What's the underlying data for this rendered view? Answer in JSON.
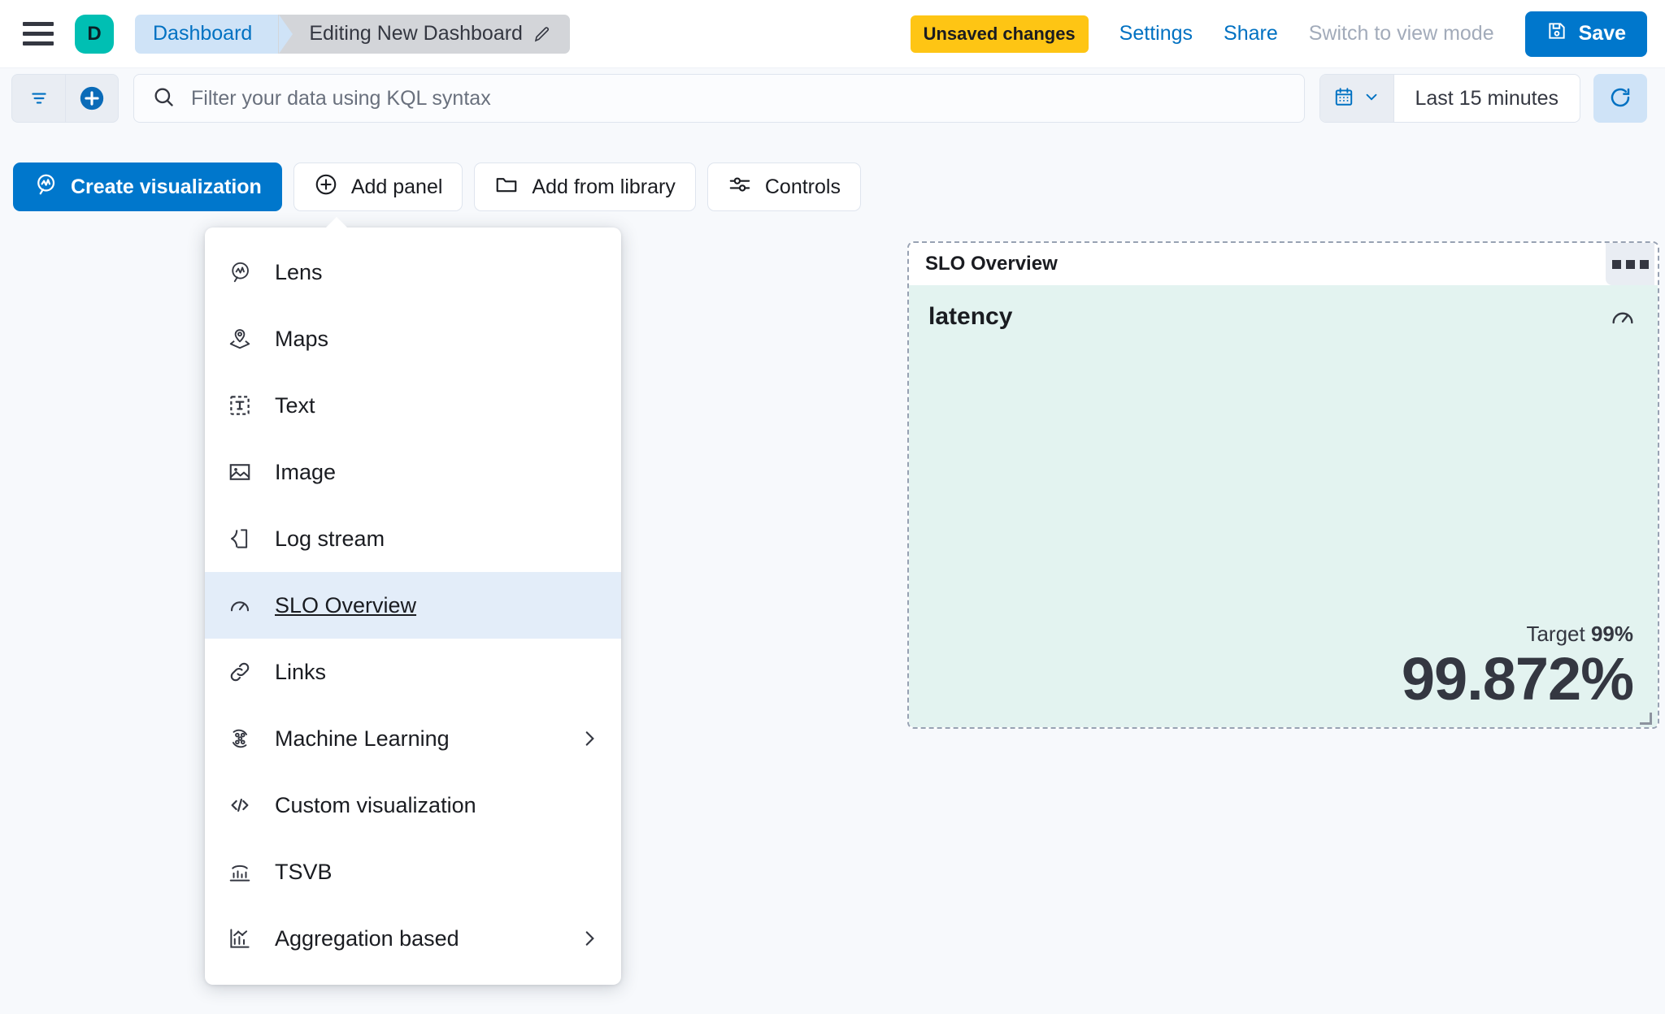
{
  "header": {
    "menu_icon": "hamburger-menu-icon",
    "avatar_letter": "D",
    "breadcrumbs": [
      {
        "label": "Dashboard",
        "icon": ""
      },
      {
        "label": "Editing New Dashboard",
        "icon": "pencil-icon"
      }
    ],
    "unsaved_badge": "Unsaved changes",
    "settings_label": "Settings",
    "share_label": "Share",
    "view_mode_label": "Switch to view mode",
    "save_label": "Save",
    "save_icon": "save-disk-icon",
    "accent_blue": "#0077cc",
    "badge_yellow": "#fec514",
    "avatar_teal": "#00bfb3"
  },
  "querybar": {
    "filter_icon": "filter-lines-icon",
    "add_filter_icon": "plus-circle-icon",
    "search_icon": "search-icon",
    "placeholder": "Filter your data using KQL syntax",
    "search_value": "",
    "calendar_icon": "calendar-icon",
    "chevron_icon": "chevron-down-icon",
    "time_range": "Last 15 minutes",
    "refresh_icon": "refresh-icon"
  },
  "toolbar": {
    "create_visualization": "Create visualization",
    "add_panel": "Add panel",
    "add_from_library": "Add from library",
    "controls": "Controls"
  },
  "add_panel_menu": {
    "items": [
      {
        "label": "Lens",
        "icon": "lens-icon",
        "has_submenu": false,
        "selected": false
      },
      {
        "label": "Maps",
        "icon": "maps-pin-icon",
        "has_submenu": false,
        "selected": false
      },
      {
        "label": "Text",
        "icon": "text-box-icon",
        "has_submenu": false,
        "selected": false
      },
      {
        "label": "Image",
        "icon": "image-icon",
        "has_submenu": false,
        "selected": false
      },
      {
        "label": "Log stream",
        "icon": "log-stream-icon",
        "has_submenu": false,
        "selected": false
      },
      {
        "label": "SLO Overview",
        "icon": "gauge-icon",
        "has_submenu": false,
        "selected": true
      },
      {
        "label": "Links",
        "icon": "link-icon",
        "has_submenu": false,
        "selected": false
      },
      {
        "label": "Machine Learning",
        "icon": "machine-learning-icon",
        "has_submenu": true,
        "selected": false
      },
      {
        "label": "Custom visualization",
        "icon": "code-brackets-icon",
        "has_submenu": false,
        "selected": false
      },
      {
        "label": "TSVB",
        "icon": "tsvb-chart-icon",
        "has_submenu": false,
        "selected": false
      },
      {
        "label": "Aggregation based",
        "icon": "aggregation-chart-icon",
        "has_submenu": true,
        "selected": false
      }
    ]
  },
  "slo_panel": {
    "panel_title": "SLO Overview",
    "context_menu_icon": "panel-context-menu-icon",
    "slo_name": "latency",
    "gauge_icon": "gauge-icon",
    "target_label": "Target",
    "target_value": "99%",
    "current_value": "99.872%",
    "body_color": "#e3f3f0",
    "resize_handle": "resize-handle-icon"
  }
}
